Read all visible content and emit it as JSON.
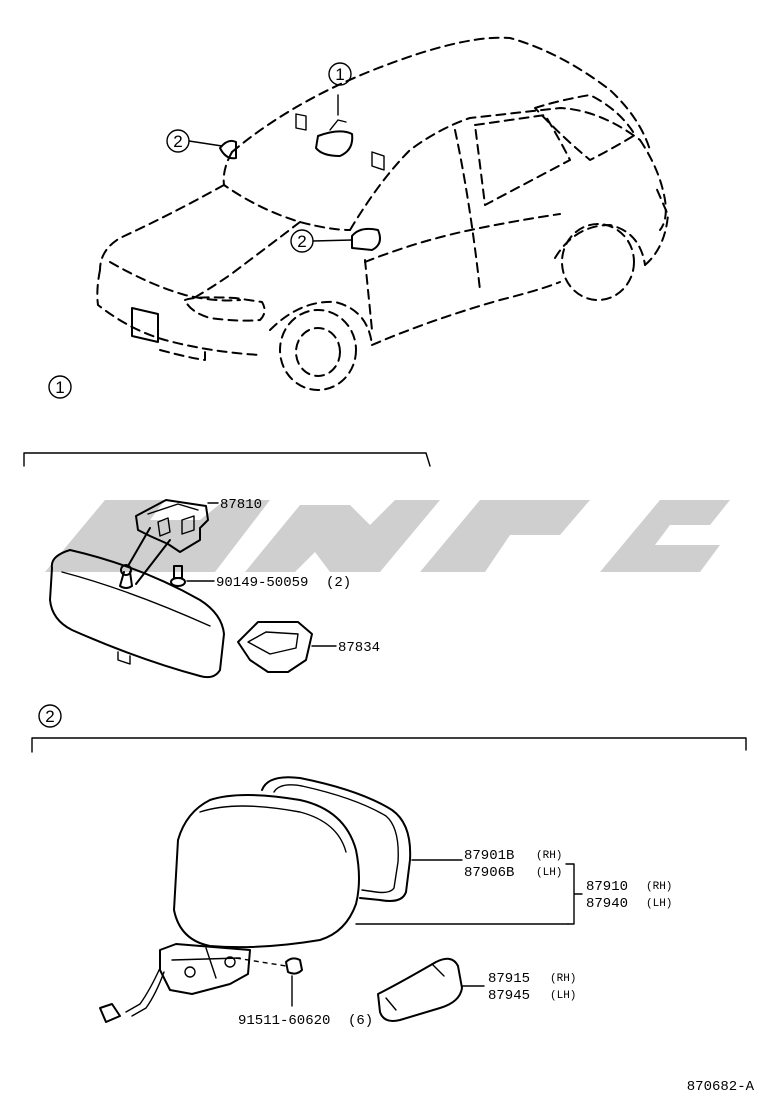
{
  "diagram": {
    "callouts": {
      "one_main": "1",
      "two_main": "2",
      "one_car": "1",
      "two_car_left": "2",
      "two_car_right": "2"
    },
    "section1": {
      "parts": [
        {
          "number": "87810",
          "qty": ""
        },
        {
          "number": "90149-50059",
          "qty": "(2)"
        },
        {
          "number": "87834",
          "qty": ""
        }
      ]
    },
    "section2": {
      "parts": [
        {
          "number": "87901B",
          "side": "(RH)"
        },
        {
          "number": "87906B",
          "side": "(LH)"
        },
        {
          "number": "87910",
          "side": "(RH)"
        },
        {
          "number": "87940",
          "side": "(LH)"
        },
        {
          "number": "87915",
          "side": "(RH)"
        },
        {
          "number": "87945",
          "side": "(LH)"
        },
        {
          "number": "91511-60620",
          "side": "(6)"
        }
      ]
    },
    "figure_code": "870682-A",
    "colors": {
      "ink": "#000000",
      "watermark": "#cfcfcf",
      "background": "#ffffff"
    }
  }
}
